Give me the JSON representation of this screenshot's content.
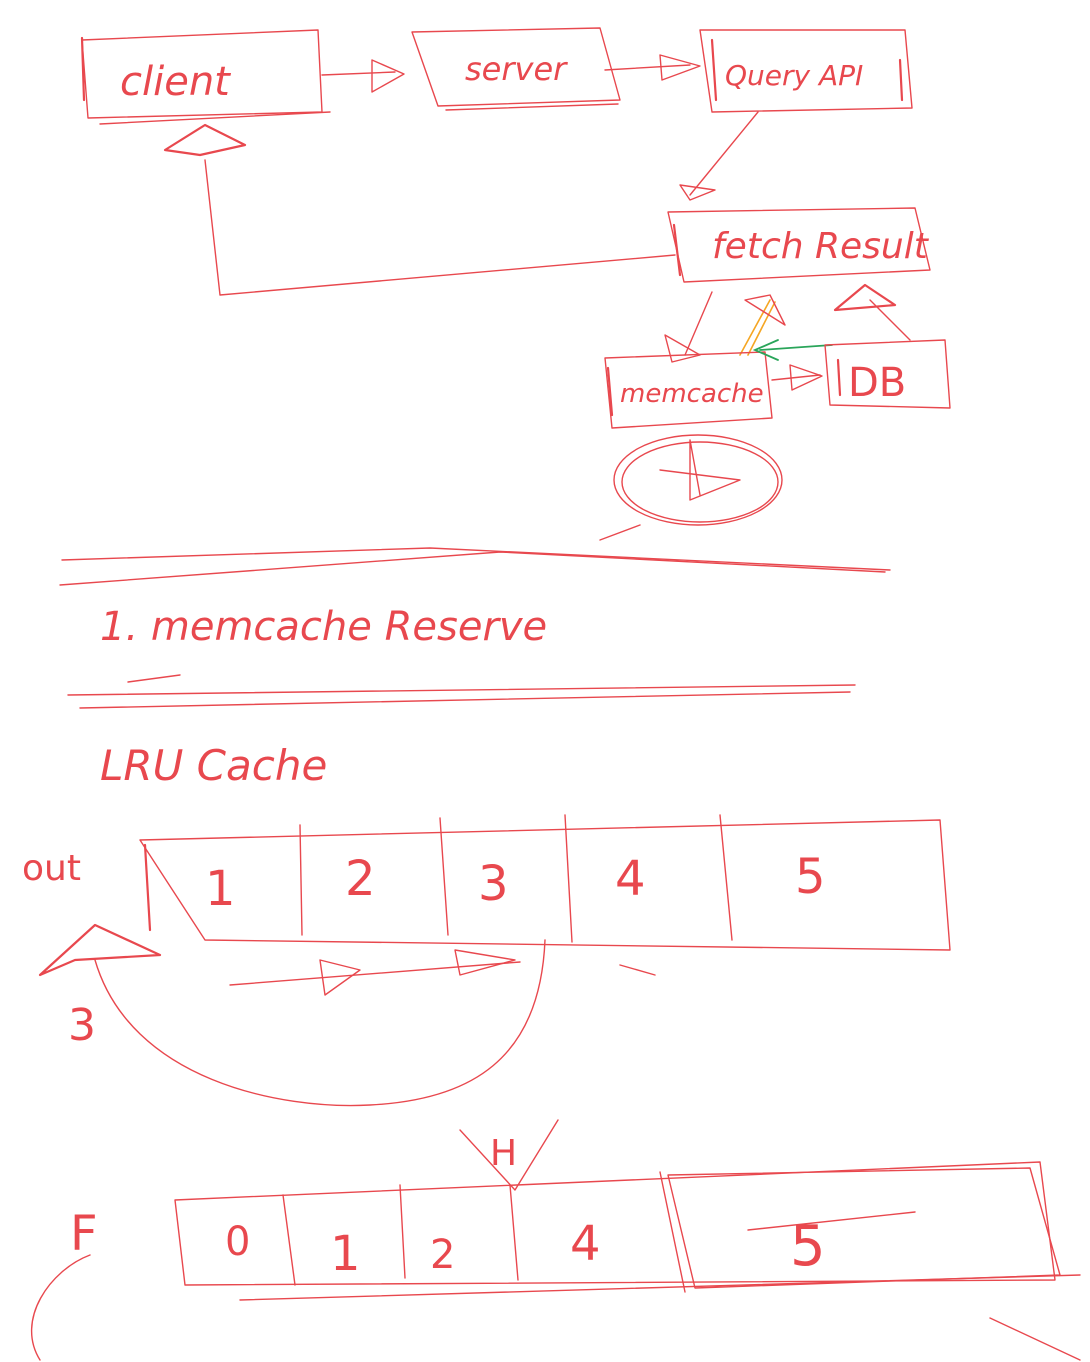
{
  "colors": {
    "ink": "#e8484e",
    "orange": "#f5a623",
    "green": "#2aa55a",
    "background": "#ffffff"
  },
  "flow": {
    "client": "client",
    "server": "server",
    "query_api": "Query API",
    "fetch_result": "fetch Result",
    "memcache": "memcache",
    "db": "DB"
  },
  "notes": {
    "line1": "1. memcache Reserve",
    "lru_title": "LRU Cache"
  },
  "lru_row1": {
    "side_label": "out",
    "below_label": "3",
    "cells": [
      "1",
      "2",
      "3",
      "4",
      "5"
    ]
  },
  "lru_row2": {
    "side_label": "F",
    "cells": [
      "0",
      "1",
      "2",
      "4",
      "5"
    ],
    "pointer_label": "H"
  }
}
